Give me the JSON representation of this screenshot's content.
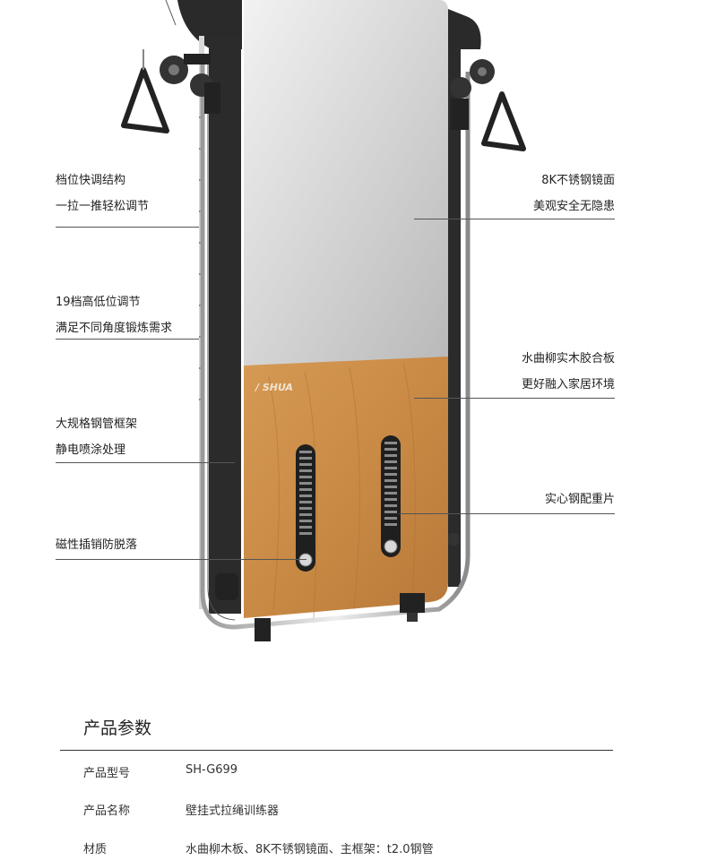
{
  "callouts_left": [
    {
      "line1": "档位快调结构",
      "line2": "一拉一推轻松调节"
    },
    {
      "line1": "19档高低位调节",
      "line2": "满足不同角度锻炼需求"
    },
    {
      "line1": "大规格钢管框架",
      "line2": "静电喷涂处理"
    },
    {
      "line1": "磁性插销防脱落"
    }
  ],
  "callouts_right": [
    {
      "line1": "8K不锈钢镜面",
      "line2": "美观安全无隐患"
    },
    {
      "line1": "水曲柳实木胶合板",
      "line2": "更好融入家居环境"
    },
    {
      "line1": "实心钢配重片"
    }
  ],
  "brand_logo": "SHUA",
  "specs": {
    "title": "产品参数",
    "rows": [
      {
        "label": "产品型号",
        "value": "SH-G699"
      },
      {
        "label": "产品名称",
        "value": "壁挂式拉绳训练器"
      },
      {
        "label": "材质",
        "value": "水曲柳木板、8K不锈钢镜面、主框架：t2.0钢管"
      }
    ]
  },
  "colors": {
    "wood": "#c98a45",
    "frame": "#2b2b2b",
    "mirror": "#c9c9c9"
  }
}
